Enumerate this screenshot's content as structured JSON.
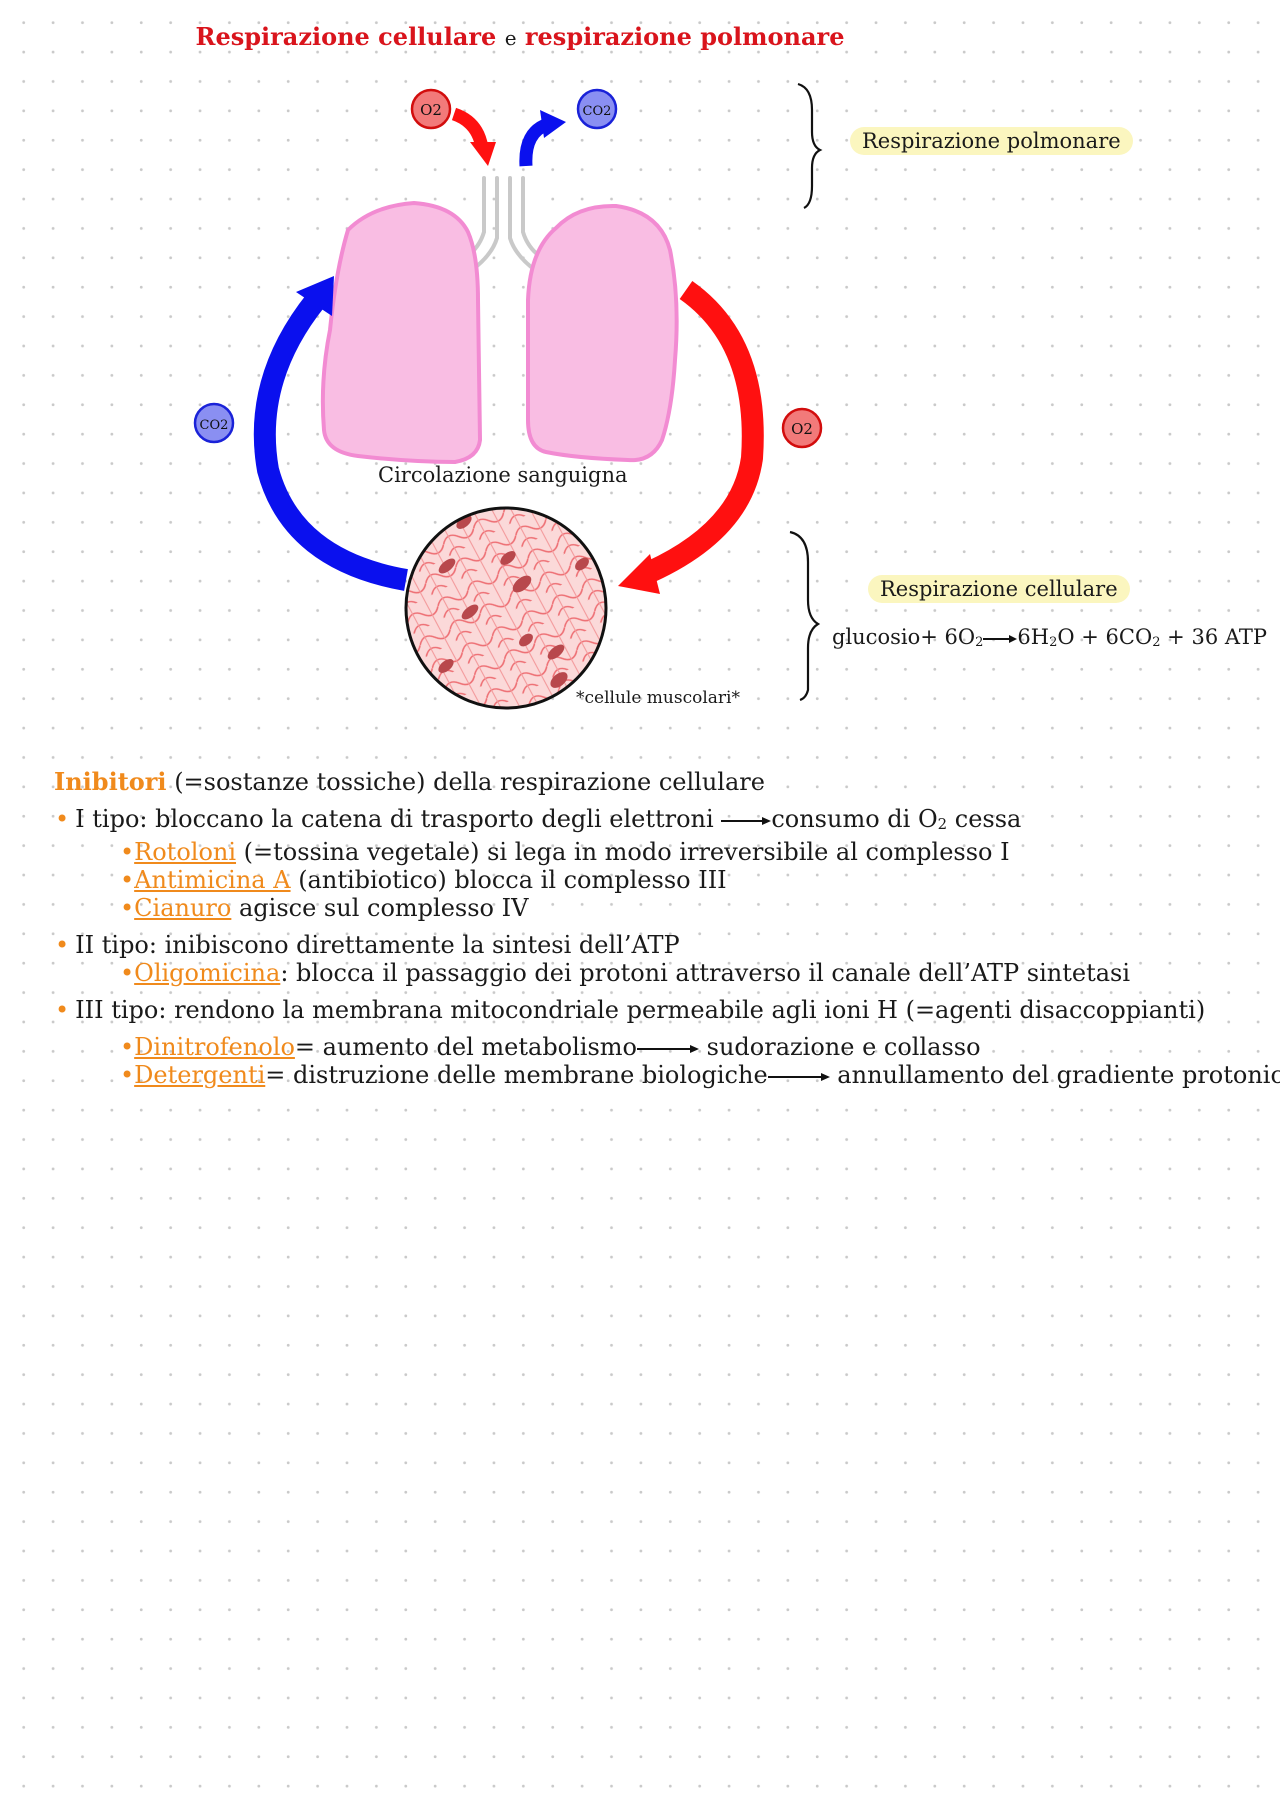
{
  "diagram": {
    "title": {
      "part1": "Respirazione cellulare",
      "joiner": "e",
      "part2": "respirazione polmonare"
    },
    "labels": {
      "o2_top": "O2",
      "co2_top": "CO2",
      "co2_left": "CO2",
      "o2_right": "O2",
      "circulation": "Circolazione sanguigna",
      "muscle_cells": "*cellule muscolari*",
      "pulmonary": "Respirazione polmonare",
      "cellular": "Respirazione cellulare"
    },
    "equation": {
      "glucose": "glucosio+",
      "oxygen": "6O",
      "oxygen_sub": "2",
      "water_pre": "6H",
      "water_sub": "2",
      "water_post": "O",
      "plus1": "+",
      "co2": "6CO",
      "co2_sub": "2",
      "plus2": "+",
      "atp": "36 ATP"
    },
    "colors": {
      "oxygen": "#ff1010",
      "carbon_dioxide": "#0a10ee",
      "lung_fill": "#f9bde3",
      "lung_stroke": "#f28bd2",
      "highlight": "#fbf6bf"
    }
  },
  "notes": {
    "heading": "Inibitori",
    "heading_rest": "(=sostanze tossiche) della respirazione cellulare",
    "type1": {
      "text": "I tipo: bloccano la catena di trasporto degli elettroni",
      "result_pre": "consumo di O",
      "result_sub": "2",
      "result_post": "cessa",
      "items": [
        {
          "name": "Rotoloni",
          "rest": "(=tossina vegetale) si lega in modo irreversibile al complesso I"
        },
        {
          "name": "Antimicina A",
          "rest": "(antibiotico) blocca il complesso III"
        },
        {
          "name": "Cianuro",
          "rest": "agisce sul complesso IV"
        }
      ]
    },
    "type2": {
      "text": "II tipo: inibiscono direttamente la sintesi dell’ATP",
      "items": [
        {
          "name": "Oligomicina",
          "rest": ": blocca il passaggio dei protoni attraverso il canale dell’ATP sintetasi"
        }
      ]
    },
    "type3": {
      "text": "III tipo: rendono la membrana mitocondriale permeabile agli ioni H (=agenti disaccoppianti)",
      "items": [
        {
          "name": "Dinitrofenolo",
          "rest": "= aumento del metabolismo",
          "result": "sudorazione e collasso"
        },
        {
          "name": "Detergenti",
          "rest": "= distruzione delle membrane biologiche",
          "result": "annullamento del gradiente protonico"
        }
      ]
    },
    "bullet": "•"
  }
}
